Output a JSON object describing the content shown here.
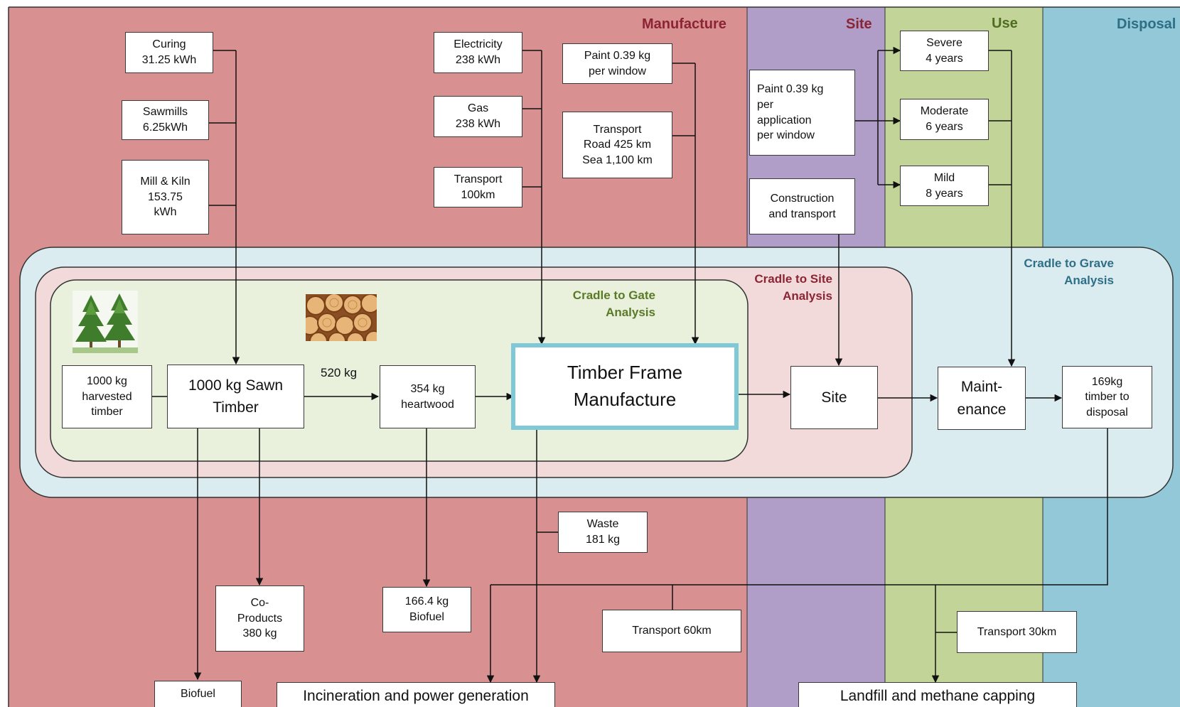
{
  "stages": {
    "manufacture": "Manufacture",
    "site": "Site",
    "use": "Use",
    "disposal": "Disposal"
  },
  "colors": {
    "manufacture": "#d89090",
    "site": "#b09ec8",
    "use": "#c2d498",
    "disposal": "#92c8d8",
    "grave_region": "#dbecf1",
    "site_region": "#f2dada",
    "gate_region": "#e9f0dc",
    "gate_text": "#5a7a28",
    "site_text": "#8b2434",
    "grave_text": "#2e6f86"
  },
  "regions": {
    "gate": "Cradle to Gate\nAnalysis",
    "site": "Cradle to Site\nAnalysis",
    "grave": "Cradle to Grave\nAnalysis"
  },
  "inputs": {
    "curing": "Curing\n31.25 kWh",
    "sawmills": "Sawmills\n6.25kWh",
    "mill_kiln": "Mill & Kiln\n153.75\nkWh",
    "electricity": "Electricity\n238 kWh",
    "gas": "Gas\n238 kWh",
    "transport_100": "Transport\n100km",
    "paint_window": "Paint 0.39 kg\nper window",
    "transport_sea": "Transport\nRoad 425 km\nSea 1,100 km",
    "paint_application": "Paint 0.39 kg\nper\napplication\nper window",
    "construction": "Construction\nand transport",
    "severe": "Severe\n4 years",
    "moderate": "Moderate\n6 years",
    "mild": "Mild\n8 years"
  },
  "main_flow": {
    "harvested": "1000 kg\nharvested\ntimber",
    "sawn": "1000 kg Sawn\nTimber",
    "flow_label": "520 kg",
    "heartwood": "354 kg\nheartwood",
    "frame": "Timber Frame\nManufacture",
    "site": "Site",
    "maintenance": "Maint-\nenance",
    "disposal": "169kg\ntimber to\ndisposal"
  },
  "outputs": {
    "waste": "Waste\n181 kg",
    "coproducts": "Co-\nProducts\n380 kg",
    "biofuel_166": "166.4 kg\nBiofuel",
    "transport_60": "Transport 60km",
    "transport_30": "Transport 30km",
    "biofuel": "Biofuel",
    "incineration": "Incineration and power generation",
    "landfill": "Landfill and methane capping"
  }
}
